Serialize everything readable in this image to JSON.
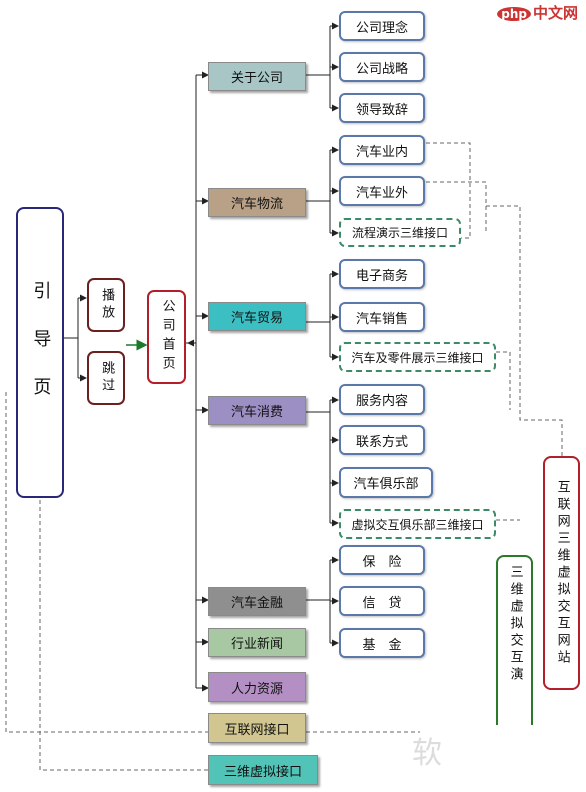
{
  "logo": {
    "mark": "php",
    "text": "中文网"
  },
  "watermark": "软",
  "root": "引导页",
  "entry": {
    "play": "播放",
    "skip": "跳过"
  },
  "home": "公司首页",
  "sections": {
    "about": {
      "label": "关于公司",
      "color": "#a8c6c6",
      "children": [
        "公司理念",
        "公司战略",
        "领导致辞"
      ]
    },
    "logistics": {
      "label": "汽车物流",
      "color": "#b8a186",
      "children": [
        "汽车业内",
        "汽车业外"
      ],
      "dashed": "流程演示三维接口"
    },
    "trade": {
      "label": "汽车贸易",
      "color": "#3cbfc2",
      "children": [
        "电子商务",
        "汽车销售"
      ],
      "dashed": "汽车及零件展示三维接口"
    },
    "consume": {
      "label": "汽车消费",
      "color": "#9b8fc3",
      "children": [
        "服务内容",
        "联系方式",
        "汽车俱乐部"
      ],
      "dashed": "虚拟交互俱乐部三维接口"
    },
    "finance": {
      "label": "汽车金融",
      "color": "#8f8f8f",
      "children": [
        "保　险",
        "信　贷",
        "基　金"
      ]
    },
    "news": {
      "label": "行业新闻",
      "color": "#a7c8a2"
    },
    "hr": {
      "label": "人力资源",
      "color": "#b48fc4"
    }
  },
  "interfaces": {
    "internet": {
      "label": "互联网接口",
      "color": "#d2c690"
    },
    "virtual3d": {
      "label": "三维虚拟接口",
      "color": "#52c3b7"
    }
  },
  "side_boxes": {
    "site": "互联网三维虚拟交互网站",
    "interact": "三维虚拟交互演"
  }
}
